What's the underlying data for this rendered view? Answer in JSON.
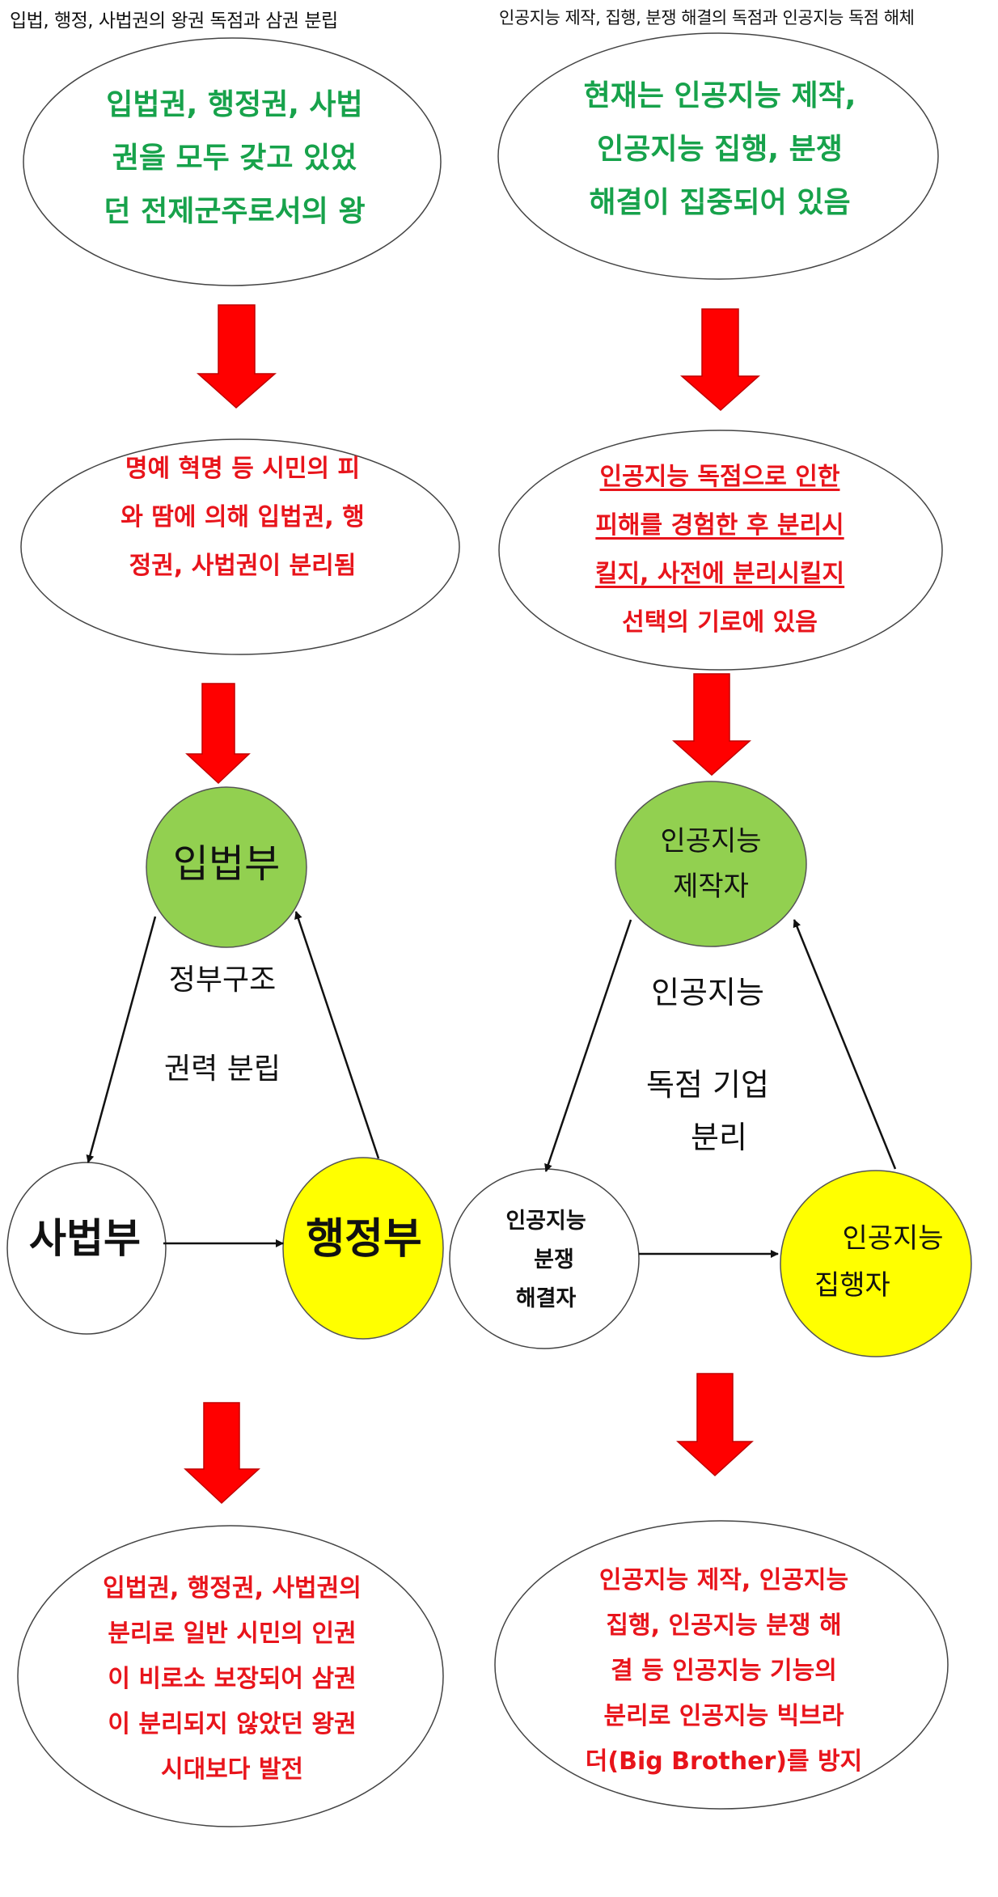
{
  "headers": {
    "left": "입법, 행정, 사법권의 왕권 독점과 삼권 분립",
    "right": "인공지능 제작, 집행, 분쟁 해결의 독점과 인공지능 독점 해체"
  },
  "left": {
    "top": [
      "입법권, 행정권, 사법",
      "권을 모두 갖고 있었",
      "던 전제군주로서의 왕"
    ],
    "middle": [
      "명예 혁명 등 시민의 피",
      "와 땀에 의해 입법권, 행",
      "정권, 사법권이 분리됨"
    ],
    "legislature": "입법부",
    "judiciary": "사법부",
    "executive": "행정부",
    "center_label": [
      "정부구조",
      "권력 분립"
    ],
    "bottom": [
      "입법권, 행정권, 사법권의",
      "분리로 일반 시민의 인권",
      "이 비로소 보장되어 삼권",
      "이 분리되지 않았던 왕권",
      "시대보다 발전"
    ]
  },
  "right": {
    "top": [
      "현재는 인공지능 제작,",
      "인공지능 집행, 분쟁",
      "해결이 집중되어 있음"
    ],
    "middle": [
      "인공지능 독점으로 인한",
      "피해를 경험한 후 분리시",
      "킬지, 사전에 분리시킬지",
      "선택의 기로에 있음"
    ],
    "maker": [
      "인공지능",
      "제작자"
    ],
    "resolver": [
      "인공지능",
      "분쟁",
      "해결자"
    ],
    "executor": [
      "인공지능",
      "집행자"
    ],
    "center_label": [
      "인공지능",
      "독점 기업",
      "분리"
    ],
    "bottom": [
      "인공지능 제작, 인공지능",
      "집행, 인공지능 분쟁 해",
      "결 등 인공지능 기능의",
      "분리로 인공지능 빅브라",
      "더(Big Brother)를 방지"
    ]
  },
  "colors": {
    "green_fill": "#92d050",
    "yellow_fill": "#ffff00",
    "arrow_red": "#ff0000",
    "green_text": "#17a24b",
    "red_text": "#e8141b"
  }
}
